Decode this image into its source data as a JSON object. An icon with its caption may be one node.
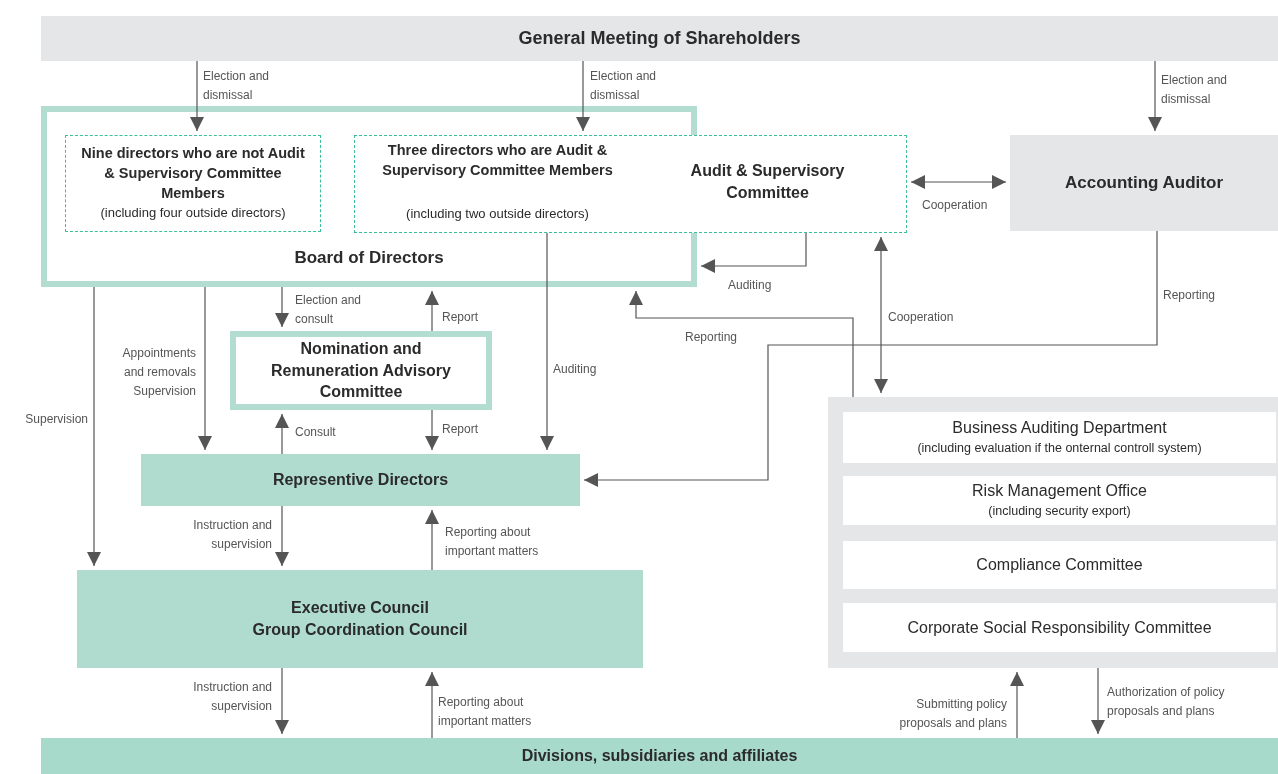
{
  "diagram": {
    "nodes": [
      {
        "text": [
          "General Meeting of Shareholders"
        ]
      },
      {
        "text": [
          "Board of Directors"
        ]
      },
      {
        "text": [
          "Nine directors who are not Audit & Supervisory Committee Members",
          "(including four outside directors)"
        ],
        "in": 1
      },
      {
        "text": [
          "Three directors who are Audit & Supervisory Committee Members",
          "(including two outside directors)",
          "Audit & Supervisory Committee"
        ]
      },
      {
        "text": [
          "Accounting Auditor"
        ]
      },
      {
        "text": [
          "Nomination and Remuneration Advisory Committee"
        ]
      },
      {
        "text": [
          "Representive Directors"
        ]
      },
      {
        "text": [
          "Executive Council",
          "Group Coordination Council"
        ]
      },
      {
        "text": [
          "Divisions, subsidiaries and affiliates"
        ]
      },
      {
        "text": [],
        "shape": "box"
      },
      {
        "text": [
          "Business Auditing Department",
          "(including evaluation if the onternal controll system)"
        ],
        "in": 9
      },
      {
        "text": [
          "Risk Management Office",
          "(including security export)"
        ],
        "in": 9
      },
      {
        "text": [
          "Compliance Committee"
        ],
        "in": 9
      },
      {
        "text": [
          "Corporate Social Responsibility Committee"
        ],
        "in": 9
      }
    ],
    "edges": [
      {
        "from": 0,
        "to": 2,
        "arrow": "to",
        "label": "Election and dismissal"
      },
      {
        "from": 0,
        "to": 3,
        "arrow": "to",
        "label": "Election and dismissal"
      },
      {
        "from": 0,
        "to": 4,
        "arrow": "to",
        "label": "Election and dismissal"
      },
      {
        "from": 3,
        "to": 4,
        "arrow": "both",
        "label": "Cooperation"
      },
      {
        "from": 3,
        "to": 1,
        "arrow": "to",
        "label": "Auditing"
      },
      {
        "from": 3,
        "to": 9,
        "arrow": "both",
        "label": "Cooperation"
      },
      {
        "from": 4,
        "to": 6,
        "arrow": "to",
        "label": "Reporting"
      },
      {
        "from": 9,
        "to": 1,
        "arrow": "to",
        "label": "Reporting"
      },
      {
        "from": 1,
        "to": 7,
        "arrow": "to",
        "label": "Supervision"
      },
      {
        "from": 1,
        "to": 6,
        "arrow": "to",
        "label": "Appointments and removals Supervision"
      },
      {
        "from": 1,
        "to": 5,
        "arrow": "to",
        "label": "Election and consult"
      },
      {
        "from": 5,
        "to": 1,
        "arrow": "to",
        "label": "Report"
      },
      {
        "from": 6,
        "to": 5,
        "arrow": "to",
        "label": "Consult"
      },
      {
        "from": 5,
        "to": 6,
        "arrow": "to",
        "label": "Report"
      },
      {
        "from": 3,
        "to": 6,
        "arrow": "to",
        "label": "Auditing"
      },
      {
        "from": 6,
        "to": 7,
        "arrow": "to",
        "label": "Instruction and supervision"
      },
      {
        "from": 7,
        "to": 6,
        "arrow": "to",
        "label": "Reporting about important matters"
      },
      {
        "from": 7,
        "to": 8,
        "arrow": "to",
        "label": "Instruction and supervision"
      },
      {
        "from": 8,
        "to": 7,
        "arrow": "to",
        "label": "Reporting about important matters"
      },
      {
        "from": 8,
        "to": 9,
        "arrow": "to",
        "label": "Submitting policy proposals and plans"
      },
      {
        "from": 9,
        "to": 8,
        "arrow": "to",
        "label": "Authorization of policy proposals and plans"
      }
    ]
  }
}
